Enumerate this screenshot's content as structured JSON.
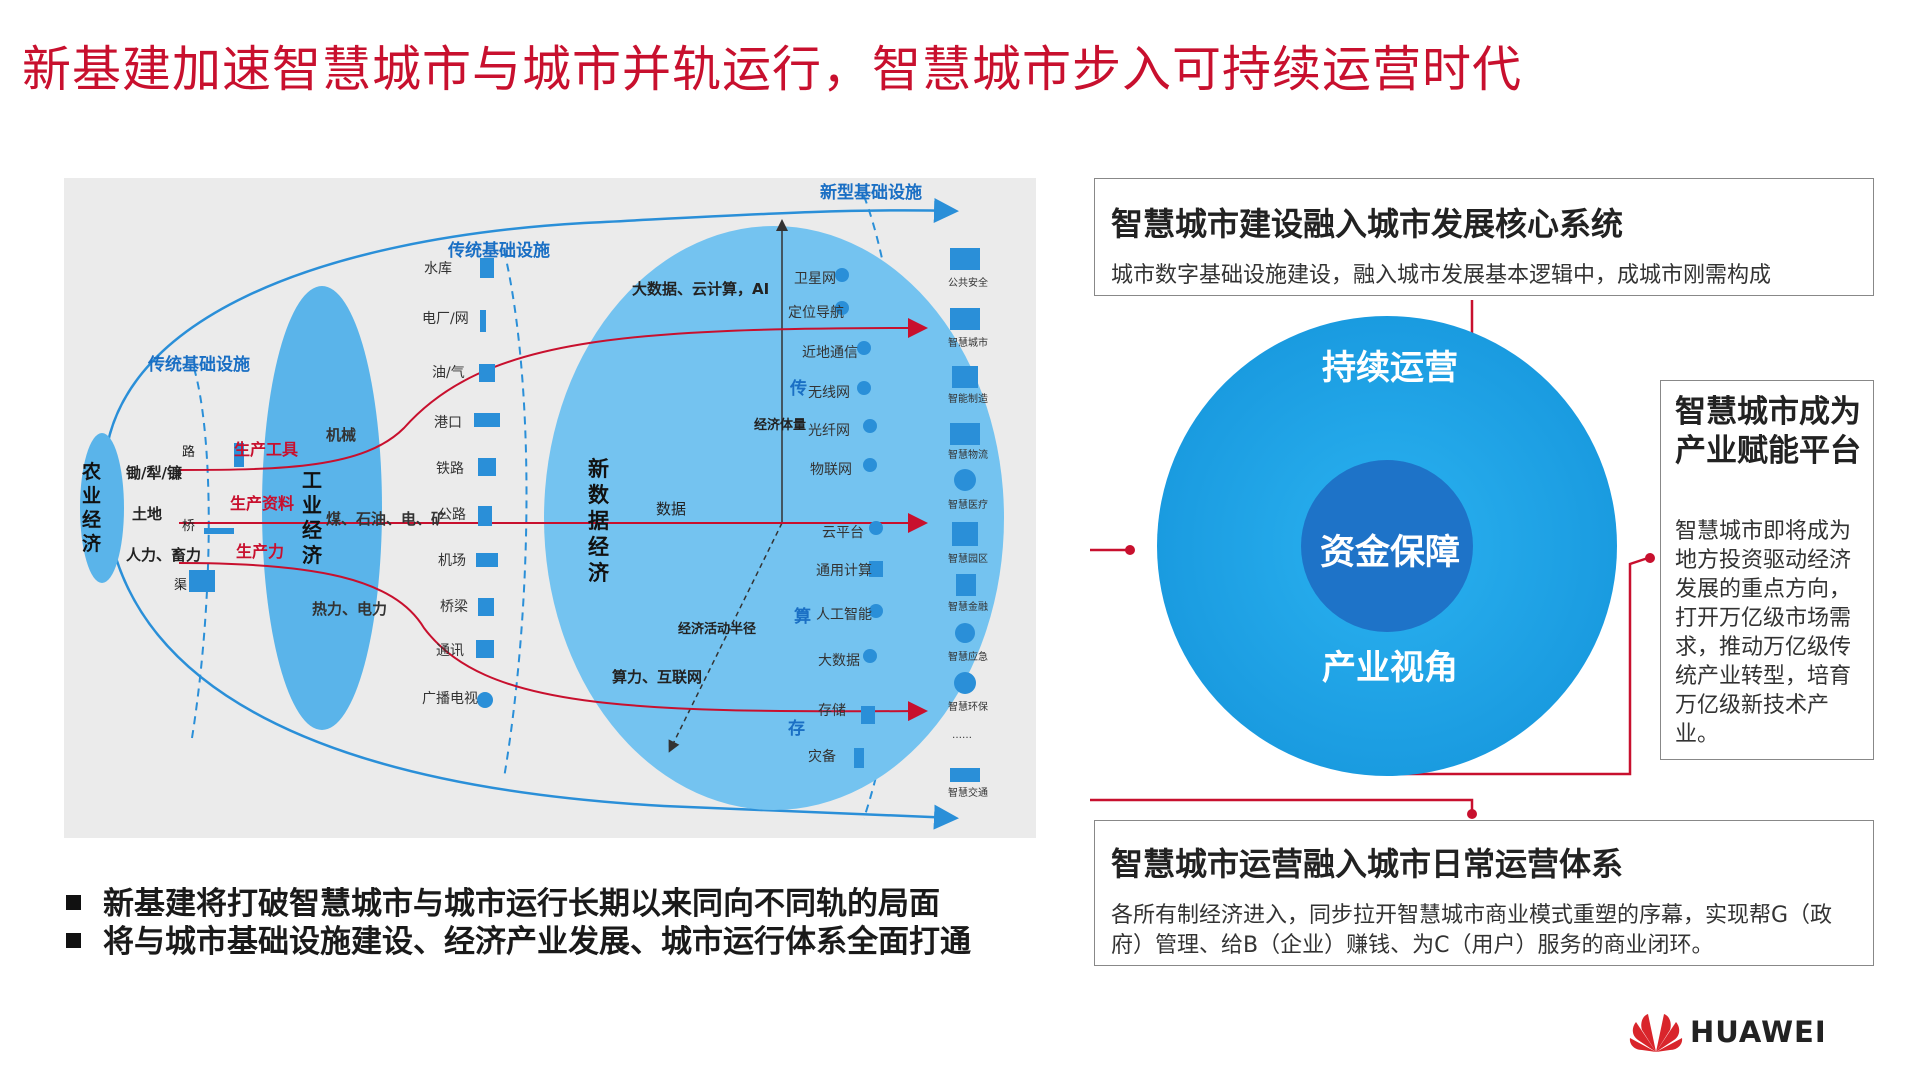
{
  "title": "新基建加速智慧城市与城市并轨运行，智慧城市步入可持续运营时代",
  "diagram": {
    "stage_agri": "农业经济",
    "stage_industry": "工业经济",
    "stage_data": "新数据经济",
    "label_trad_left": "传统基础设施",
    "label_trad_top": "传统基础设施",
    "label_new": "新型基础设施",
    "agri_items": [
      "锄/犁/镰",
      "土地",
      "人力、畜力"
    ],
    "agri_icons": [
      "路",
      "桥",
      "渠"
    ],
    "factors": [
      "生产工具",
      "生产资料",
      "生产力"
    ],
    "industry_items": [
      "机械",
      "煤、石油、电、矿",
      "热力、电力"
    ],
    "trad_infra": [
      "水库",
      "电厂/网",
      "油/气",
      "港口",
      "铁路",
      "公路",
      "机场",
      "桥梁",
      "通讯",
      "广播电视"
    ],
    "data_items": [
      "大数据、云计算，AI",
      "数据",
      "算力、互联网"
    ],
    "axis_labels": [
      "经济体量",
      "经济活动半径"
    ],
    "group_labels": [
      "传",
      "算",
      "存"
    ],
    "new_infra": [
      "卫星网",
      "定位导航",
      "近地通信",
      "无线网",
      "光纤网",
      "物联网",
      "云平台",
      "通用计算",
      "人工智能",
      "大数据",
      "存储",
      "灾备"
    ],
    "apps": [
      "公共安全",
      "智慧城市",
      "智能制造",
      "智慧物流",
      "智慧医疗",
      "智慧园区",
      "智慧金融",
      "智慧应急",
      "智慧环保",
      "……",
      "智慧交通"
    ]
  },
  "bullets": [
    "新基建将打破智慧城市与城市运行长期以来同向不同轨的局面",
    "将与城市基础设施建设、经济产业发展、城市运行体系全面打通"
  ],
  "box_top": {
    "title": "智慧城市建设融入城市发展核心系统",
    "text": "城市数字基础设施建设，融入城市发展基本逻辑中，成城市刚需构成"
  },
  "box_right": {
    "title": "智慧城市成为产业赋能平台",
    "text": "智慧城市即将成为地方投资驱动经济发展的重点方向，打开万亿级市场需求，推动万亿级传统产业转型，培育万亿级新技术产业。"
  },
  "box_bottom": {
    "title": "智慧城市运营融入城市日常运营体系",
    "text": "各所有制经济进入，同步拉开智慧城市商业模式重塑的序幕，实现帮G（政府）管理、给B（企业）赚钱、为C（用户）服务的商业闭环。"
  },
  "circles": {
    "outer_top": "持续运营",
    "center": "资金保障",
    "outer_bottom": "产业视角"
  },
  "brand": "HUAWEI",
  "colors": {
    "title_red": "#c8102e",
    "circle_outer": "#1fa4e6",
    "circle_inner": "#1e73c8",
    "connector": "#c8102e",
    "diagram_blue": "#2a8fd8"
  }
}
